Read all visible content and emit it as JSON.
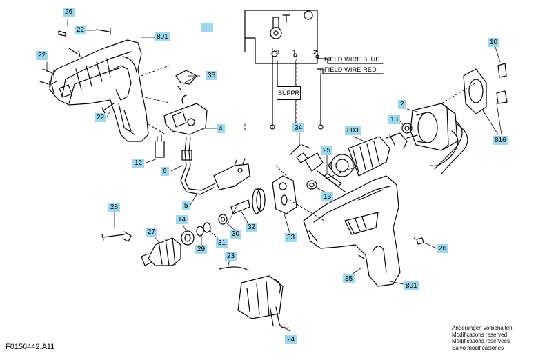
{
  "callouts": [
    "26",
    "22",
    "801",
    "22",
    "22",
    "36",
    "4",
    "12",
    "6",
    "5",
    "28",
    "27",
    "14",
    "29",
    "31",
    "30",
    "32",
    "33",
    "34",
    "25",
    "13",
    "803",
    "2",
    "13",
    "10",
    "816",
    "26",
    "35",
    "801",
    "23",
    "24"
  ],
  "schematic": {
    "field_wire_blue": "FIELD WIRE BLUE",
    "field_wire_red": "FIELD WIRE RED",
    "suppressor": "SUPPR",
    "terminals": [
      "3",
      "1",
      "2"
    ]
  },
  "doc_ref": "F0156442.A11",
  "notice": [
    "Änderungen vorbehalten",
    "Modifications reserved",
    "Modifications reservees",
    "Salvo modificaciones"
  ],
  "colors": {
    "callout_bg": "#9fd7ec",
    "line": "#000000"
  }
}
